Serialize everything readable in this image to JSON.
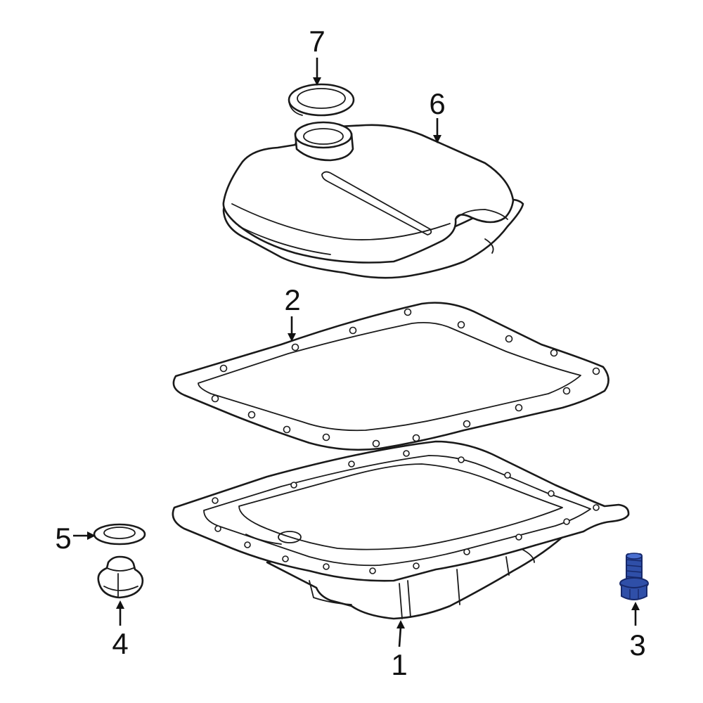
{
  "callouts": [
    {
      "id": "1",
      "label": "1",
      "part": "transmission-oil-pan"
    },
    {
      "id": "2",
      "label": "2",
      "part": "pan-gasket"
    },
    {
      "id": "3",
      "label": "3",
      "part": "pan-bolt"
    },
    {
      "id": "4",
      "label": "4",
      "part": "drain-plug"
    },
    {
      "id": "5",
      "label": "5",
      "part": "drain-plug-gasket"
    },
    {
      "id": "6",
      "label": "6",
      "part": "filter"
    },
    {
      "id": "7",
      "label": "7",
      "part": "filter-seal"
    }
  ],
  "colors": {
    "line": "#1a1a1a",
    "highlight": "#2f4fa8",
    "highlight_dark": "#17296b",
    "background": "#ffffff"
  }
}
